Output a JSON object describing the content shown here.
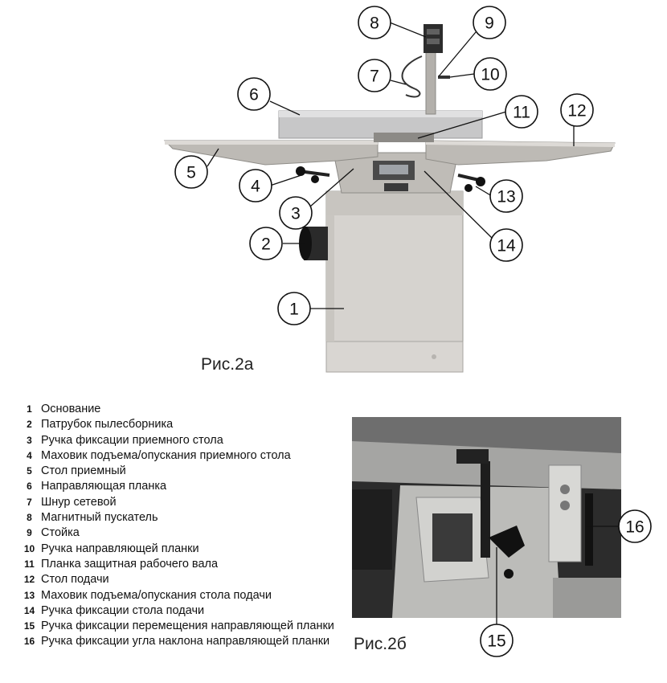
{
  "figure_a": {
    "caption": "Рис.2а",
    "callouts": [
      "1",
      "2",
      "3",
      "4",
      "5",
      "6",
      "7",
      "8",
      "9",
      "10",
      "11",
      "12",
      "13",
      "14"
    ]
  },
  "figure_b": {
    "caption": "Рис.2б",
    "callouts": [
      "15",
      "16"
    ]
  },
  "legend": [
    {
      "num": "1",
      "label": "Основание"
    },
    {
      "num": "2",
      "label": "Патрубок пылесборника"
    },
    {
      "num": "3",
      "label": "Ручка фиксации приемного стола"
    },
    {
      "num": "4",
      "label": "Маховик подъема/опускания приемного стола"
    },
    {
      "num": "5",
      "label": "Стол приемный"
    },
    {
      "num": "6",
      "label": "Направляющая планка"
    },
    {
      "num": "7",
      "label": "Шнур сетевой"
    },
    {
      "num": "8",
      "label": "Магнитный пускатель"
    },
    {
      "num": "9",
      "label": "Стойка"
    },
    {
      "num": "10",
      "label": "Ручка направляющей планки"
    },
    {
      "num": "11",
      "label": "Планка защитная рабочего вала"
    },
    {
      "num": "12",
      "label": "Стол подачи"
    },
    {
      "num": "13",
      "label": "Маховик подъема/опускания стола подачи"
    },
    {
      "num": "14",
      "label": "Ручка фиксации стола подачи"
    },
    {
      "num": "15",
      "label": "Ручка фиксации перемещения направляющей планки"
    },
    {
      "num": "16",
      "label": "Ручка фиксации угла наклона направляющей планки"
    }
  ]
}
